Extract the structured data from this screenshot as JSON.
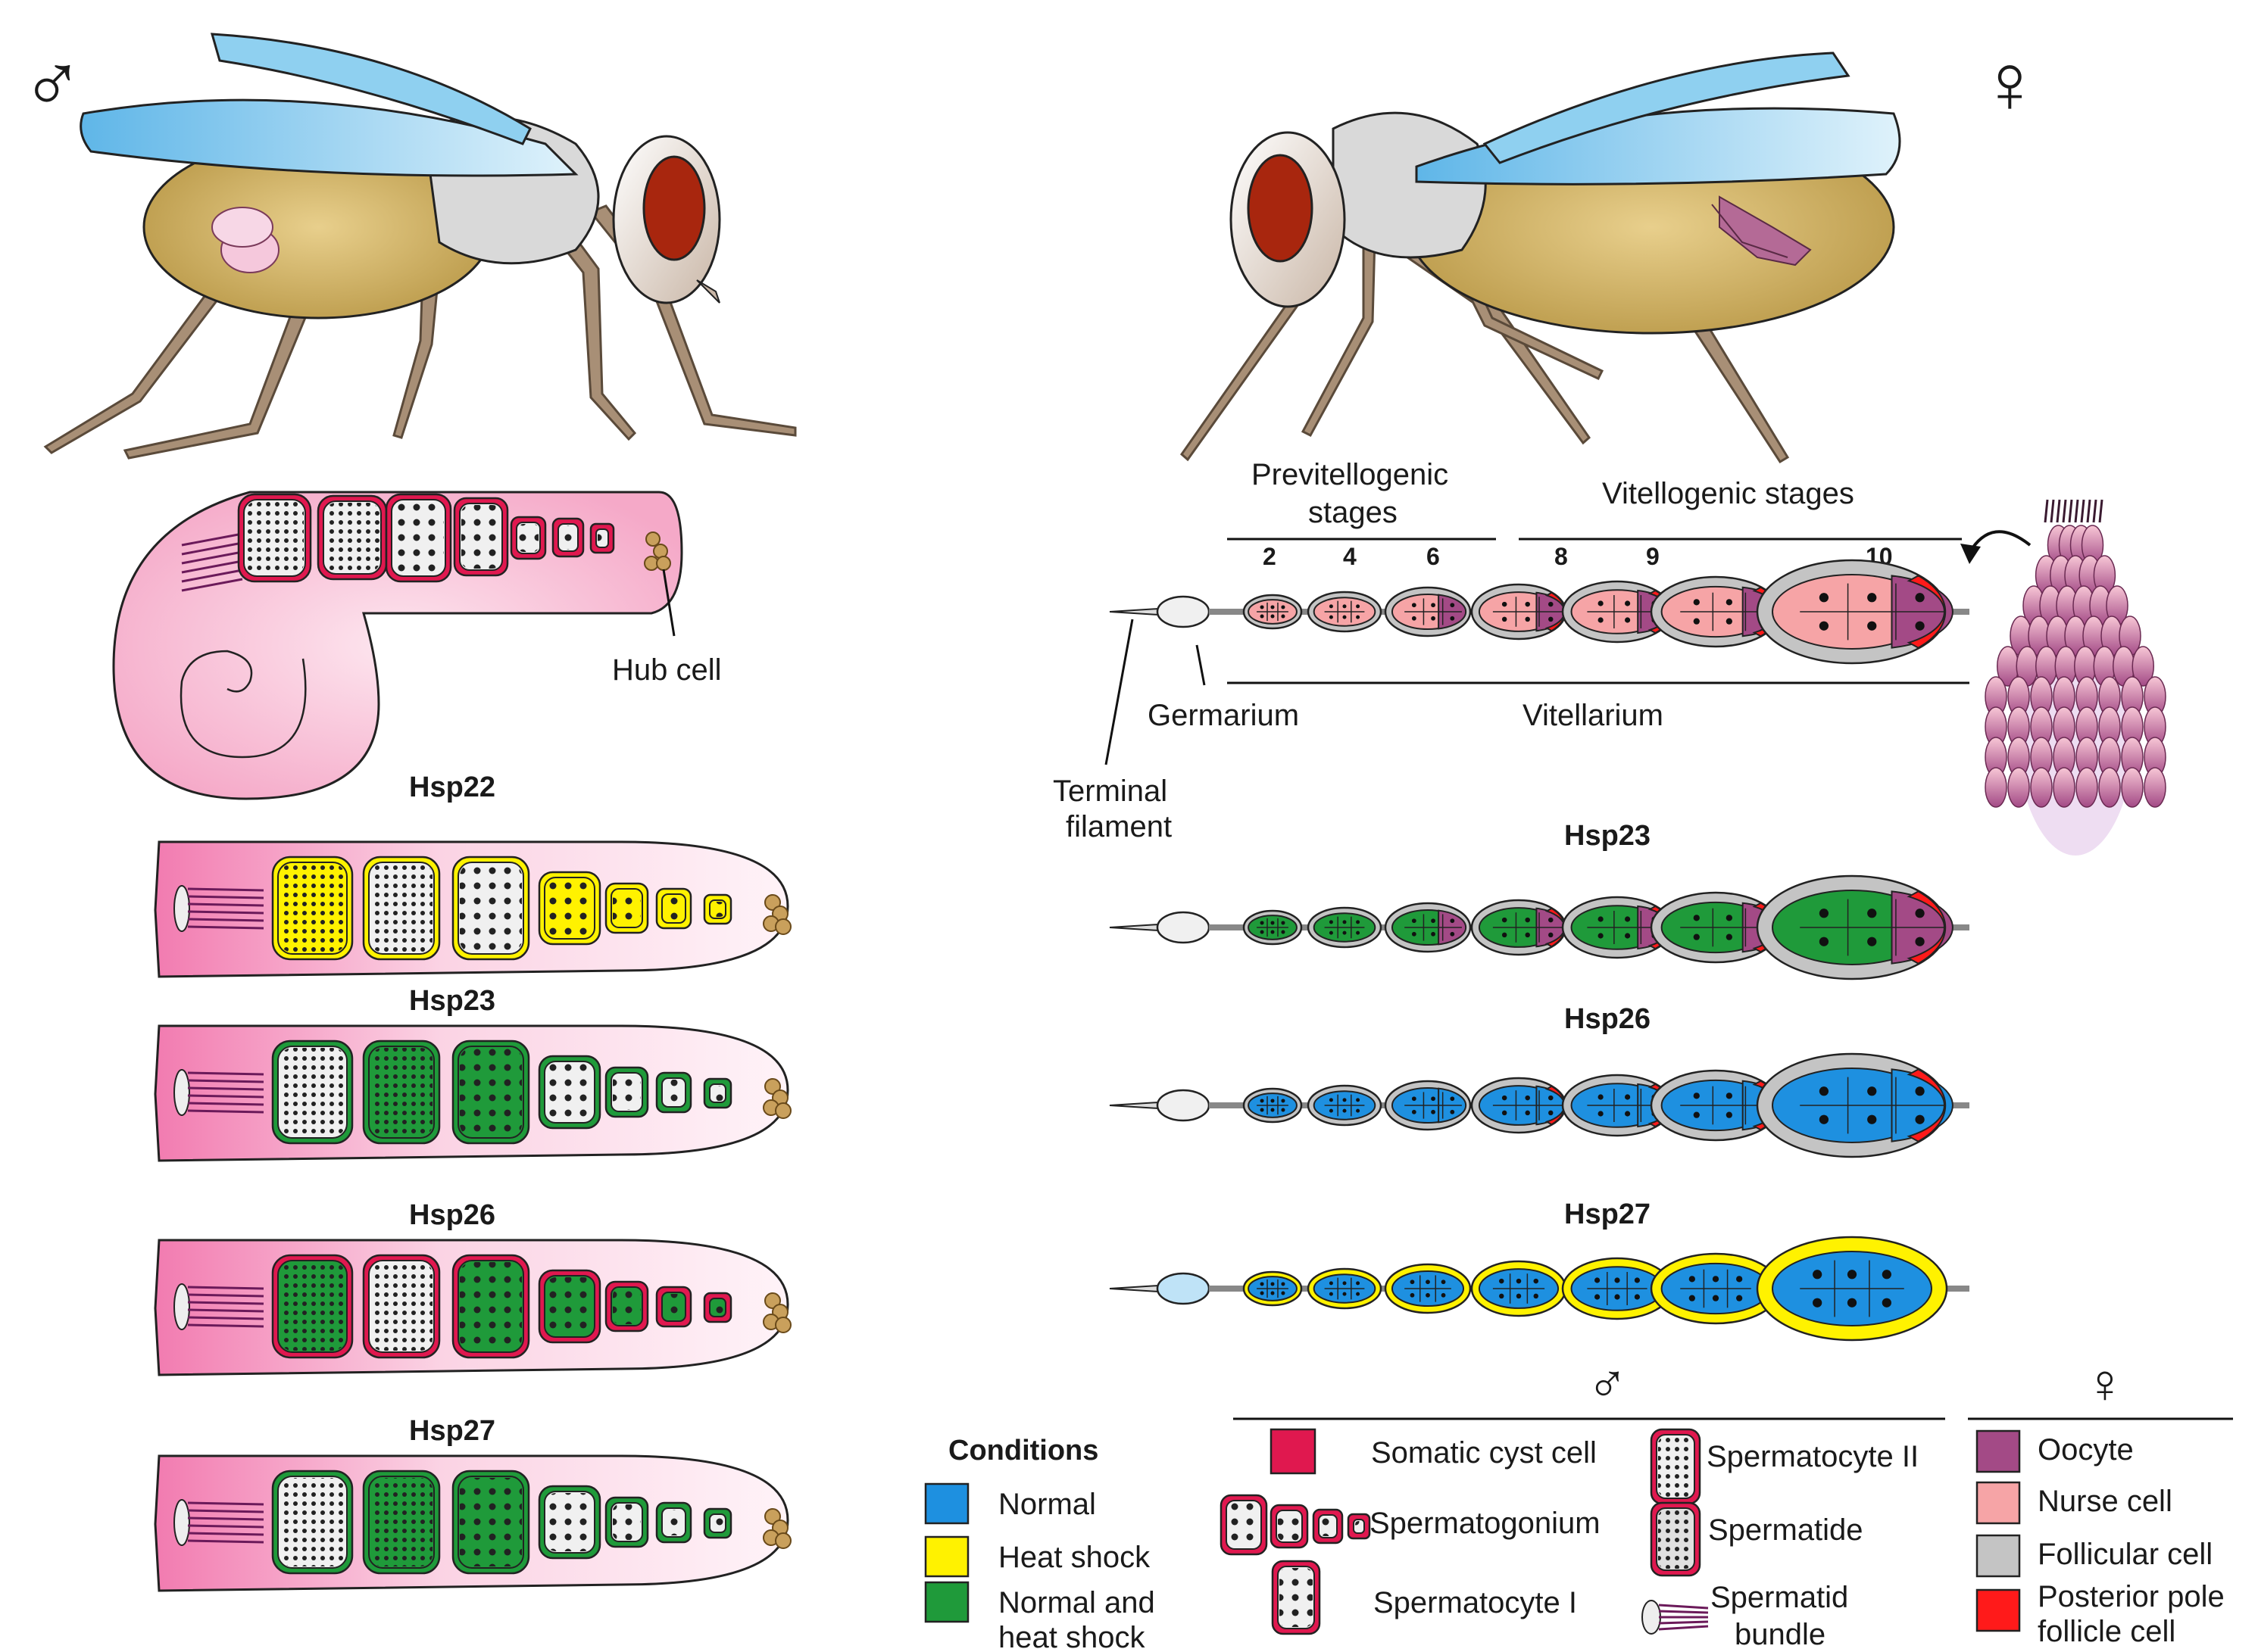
{
  "symbols": {
    "male": "♂",
    "female": "♀"
  },
  "labels": {
    "hub_cell": "Hub cell",
    "previtellogenic": [
      "Previtellogenic",
      "stages"
    ],
    "vitellogenic": "Vitellogenic stages",
    "germarium": "Germarium",
    "vitellarium": "Vitellarium",
    "terminal_filament": [
      "Terminal",
      "filament"
    ],
    "stage_numbers": [
      "2",
      "4",
      "6",
      "8",
      "9",
      "10"
    ]
  },
  "male_panels": [
    {
      "title": "Hsp22",
      "condition": "heat_shock"
    },
    {
      "title": "Hsp23",
      "condition": "normal_heat_shock"
    },
    {
      "title": "Hsp26",
      "condition": "normal_heat_shock"
    },
    {
      "title": "Hsp27",
      "condition": "normal_heat_shock"
    }
  ],
  "female_panels": [
    {
      "title": "Hsp23",
      "condition": "normal_heat_shock"
    },
    {
      "title": "Hsp26",
      "condition": "normal"
    },
    {
      "title": "Hsp27",
      "condition": "heat_shock"
    }
  ],
  "legend": {
    "conditions_title": "Conditions",
    "conditions": [
      {
        "label": [
          "Normal"
        ],
        "color": "#1e90e0"
      },
      {
        "label": [
          "Heat shock"
        ],
        "color": "#fff200"
      },
      {
        "label": [
          "Normal and",
          "heat shock"
        ],
        "color": "#1f9a3a"
      }
    ],
    "male_items": {
      "somatic_cyst": "Somatic cyst cell",
      "spermatogonium": "Spermatogonium",
      "spermatocyte_1": "Spermatocyte I",
      "spermatocyte_2": "Spermatocyte II",
      "spermatide": "Spermatide",
      "spermatid_bundle": [
        "Spermatid",
        "bundle"
      ]
    },
    "female_items": [
      {
        "label": [
          "Oocyte"
        ],
        "color": "#a34a86"
      },
      {
        "label": [
          "Nurse cell"
        ],
        "color": "#f6a4a6"
      },
      {
        "label": [
          "Follicular cell"
        ],
        "color": "#c4c4c4"
      },
      {
        "label": [
          "Posterior pole",
          "follicle cell"
        ],
        "color": "#ff1a1a"
      }
    ]
  },
  "colors": {
    "cyst": "#e0184f",
    "testis_pink": "#f7b9d0",
    "hub": "#c9a05c",
    "wing": "#7fc9ee",
    "eye": "#a8260e",
    "abdomen": "#d6b566",
    "thorax": "#d9d9d9",
    "leg": "#a88f76",
    "normal": "#1e90e0",
    "heat": "#fff200",
    "both": "#1f9a3a",
    "oocyte": "#a34a86",
    "nurse": "#f6a4a6",
    "follicle": "#c4c4c4",
    "posterior": "#ff1a1a"
  }
}
